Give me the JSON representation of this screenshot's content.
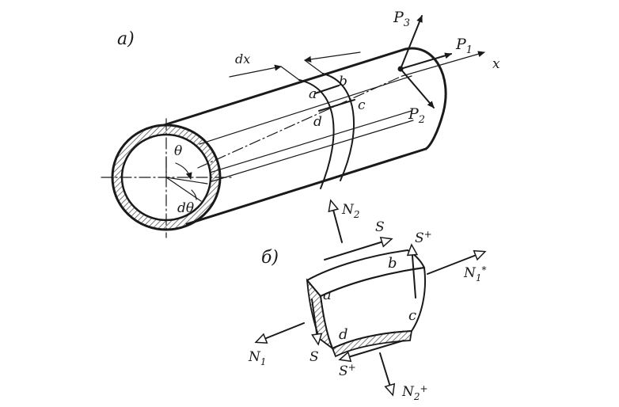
{
  "figure": {
    "part_a": {
      "label": "а)",
      "dx_label": "dx",
      "theta_label": "θ",
      "dtheta_label": "dθ",
      "axis_label": "x",
      "forces": {
        "p1": "P",
        "p1_sub": "1",
        "p2": "P",
        "p2_sub": "2",
        "p3": "P",
        "p3_sub": "3"
      },
      "points": {
        "a": "a",
        "b": "b",
        "c": "c",
        "d": "d"
      }
    },
    "part_b": {
      "label": "б)",
      "points": {
        "a": "a",
        "b": "b",
        "c": "c",
        "d": "d"
      },
      "forces": {
        "n1": "N",
        "n1_sub": "1",
        "n1p": "N",
        "n1p_sub": "1",
        "n2": "N",
        "n2_sub": "2",
        "n2p": "N",
        "n2p_sub": "2",
        "s_top": "S",
        "s_left": "S",
        "s_right": "S",
        "s_bottom": "S"
      }
    },
    "colors": {
      "ink": "#1a1a1a",
      "hatch": "#555555",
      "background": "#ffffff"
    }
  }
}
